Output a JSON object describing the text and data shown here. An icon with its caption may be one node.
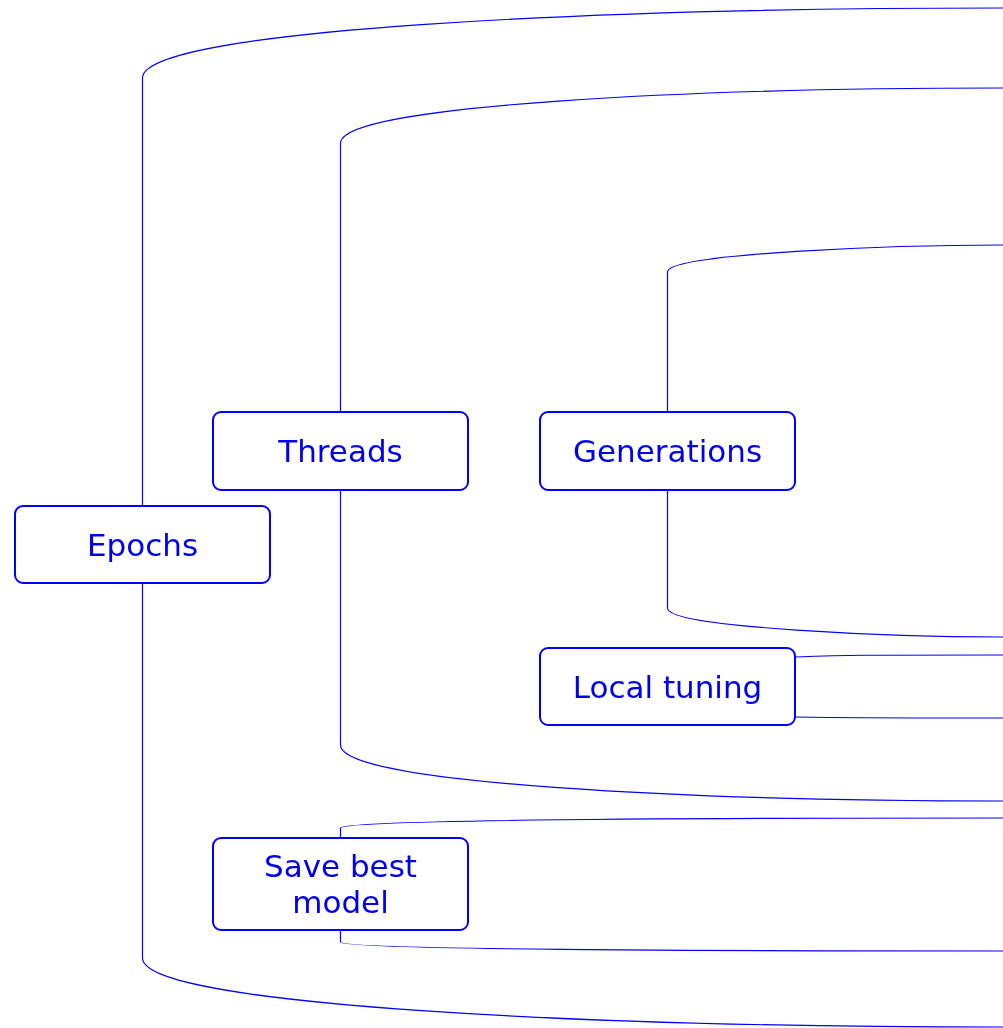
{
  "diagram": {
    "nodes": [
      {
        "text": [
          "Epochs"
        ]
      },
      {
        "text": [
          "Threads"
        ]
      },
      {
        "text": [
          "Generations"
        ]
      },
      {
        "text": [
          "Local tuning"
        ]
      },
      {
        "text": [
          "Save best model"
        ]
      }
    ],
    "edges": [
      {
        "from": 0,
        "to": null,
        "arrow": "none"
      },
      {
        "from": 0,
        "to": null,
        "arrow": "none"
      },
      {
        "from": 1,
        "to": null,
        "arrow": "none"
      },
      {
        "from": 1,
        "to": null,
        "arrow": "none"
      },
      {
        "from": 2,
        "to": null,
        "arrow": "none"
      },
      {
        "from": 2,
        "to": null,
        "arrow": "none"
      },
      {
        "from": 3,
        "to": null,
        "arrow": "none"
      },
      {
        "from": 3,
        "to": null,
        "arrow": "none"
      },
      {
        "from": 4,
        "to": null,
        "arrow": "none"
      },
      {
        "from": 4,
        "to": null,
        "arrow": "none"
      }
    ]
  }
}
